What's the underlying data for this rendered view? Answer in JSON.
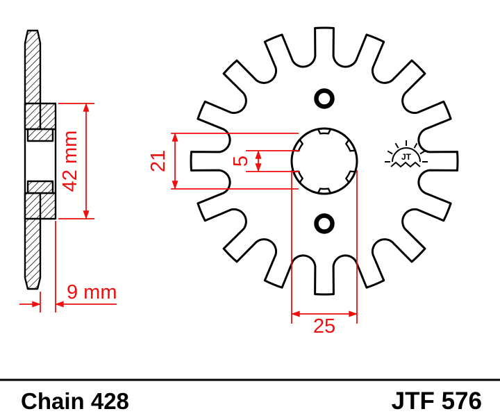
{
  "labels": {
    "chain": "Chain 428",
    "part_number": "JTF 576"
  },
  "dimensions": {
    "hub_diameter": "42 mm",
    "hub_width": "9 mm",
    "spline_minor_diameter": "21",
    "spline_tooth": "5",
    "bore_diameter": "25"
  },
  "logo": {
    "text": "JT"
  },
  "colors": {
    "dimension_red": "#ee0f0f",
    "line_black": "#000000",
    "background": "#ffffff"
  },
  "figure": {
    "teeth_count": 16,
    "spline_count": 6,
    "bolt_holes": 2
  }
}
